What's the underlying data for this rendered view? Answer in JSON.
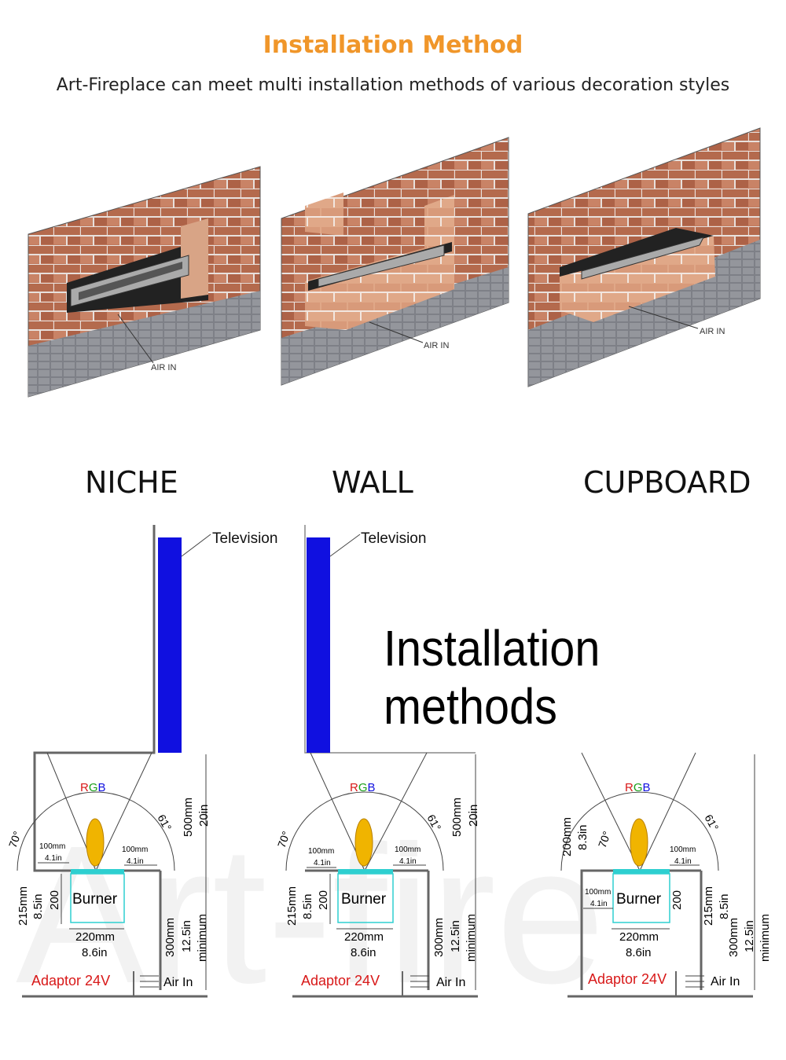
{
  "header": {
    "title": "Installation Method",
    "subtitle": "Art-Fireplace can meet multi installation methods of various decoration styles"
  },
  "illustrations": [
    {
      "air_label": "AIR IN"
    },
    {
      "air_label": "AIR IN"
    },
    {
      "air_label": "AIR IN"
    }
  ],
  "methods": [
    {
      "label": "NICHE"
    },
    {
      "label": "WALL"
    },
    {
      "label": "CUPBOARD"
    }
  ],
  "main_heading": "Installation methods",
  "watermark": "Art-fire",
  "diagram_labels": {
    "television": "Television",
    "rgb_r": "R",
    "rgb_g": "G",
    "rgb_b": "B",
    "angle_left": "70°",
    "angle_right": "61°",
    "h_500mm": "500mm",
    "h_20in": "20in",
    "h_200mm": "200mm",
    "h_8_3in": "8.3in",
    "side_100mm": "100mm",
    "side_4_1in": "4.1in",
    "burner": "Burner",
    "d_215mm": "215mm",
    "d_8_5in": "8.5in",
    "d_200": "200",
    "w_220mm": "220mm",
    "w_8_6in": "8.6in",
    "d_300mm": "300mm",
    "d_12_5in": "12.5in",
    "minimum": "minimum",
    "adaptor": "Adaptor 24V",
    "air_in": "Air In"
  },
  "colors": {
    "title": "#f0962a",
    "tv": "#1010e0",
    "flame": "#f0b400",
    "burner_edge": "#2ecfd0",
    "adaptor": "#d81818",
    "brick": "#b0674a",
    "floor": "#8a8c92"
  }
}
